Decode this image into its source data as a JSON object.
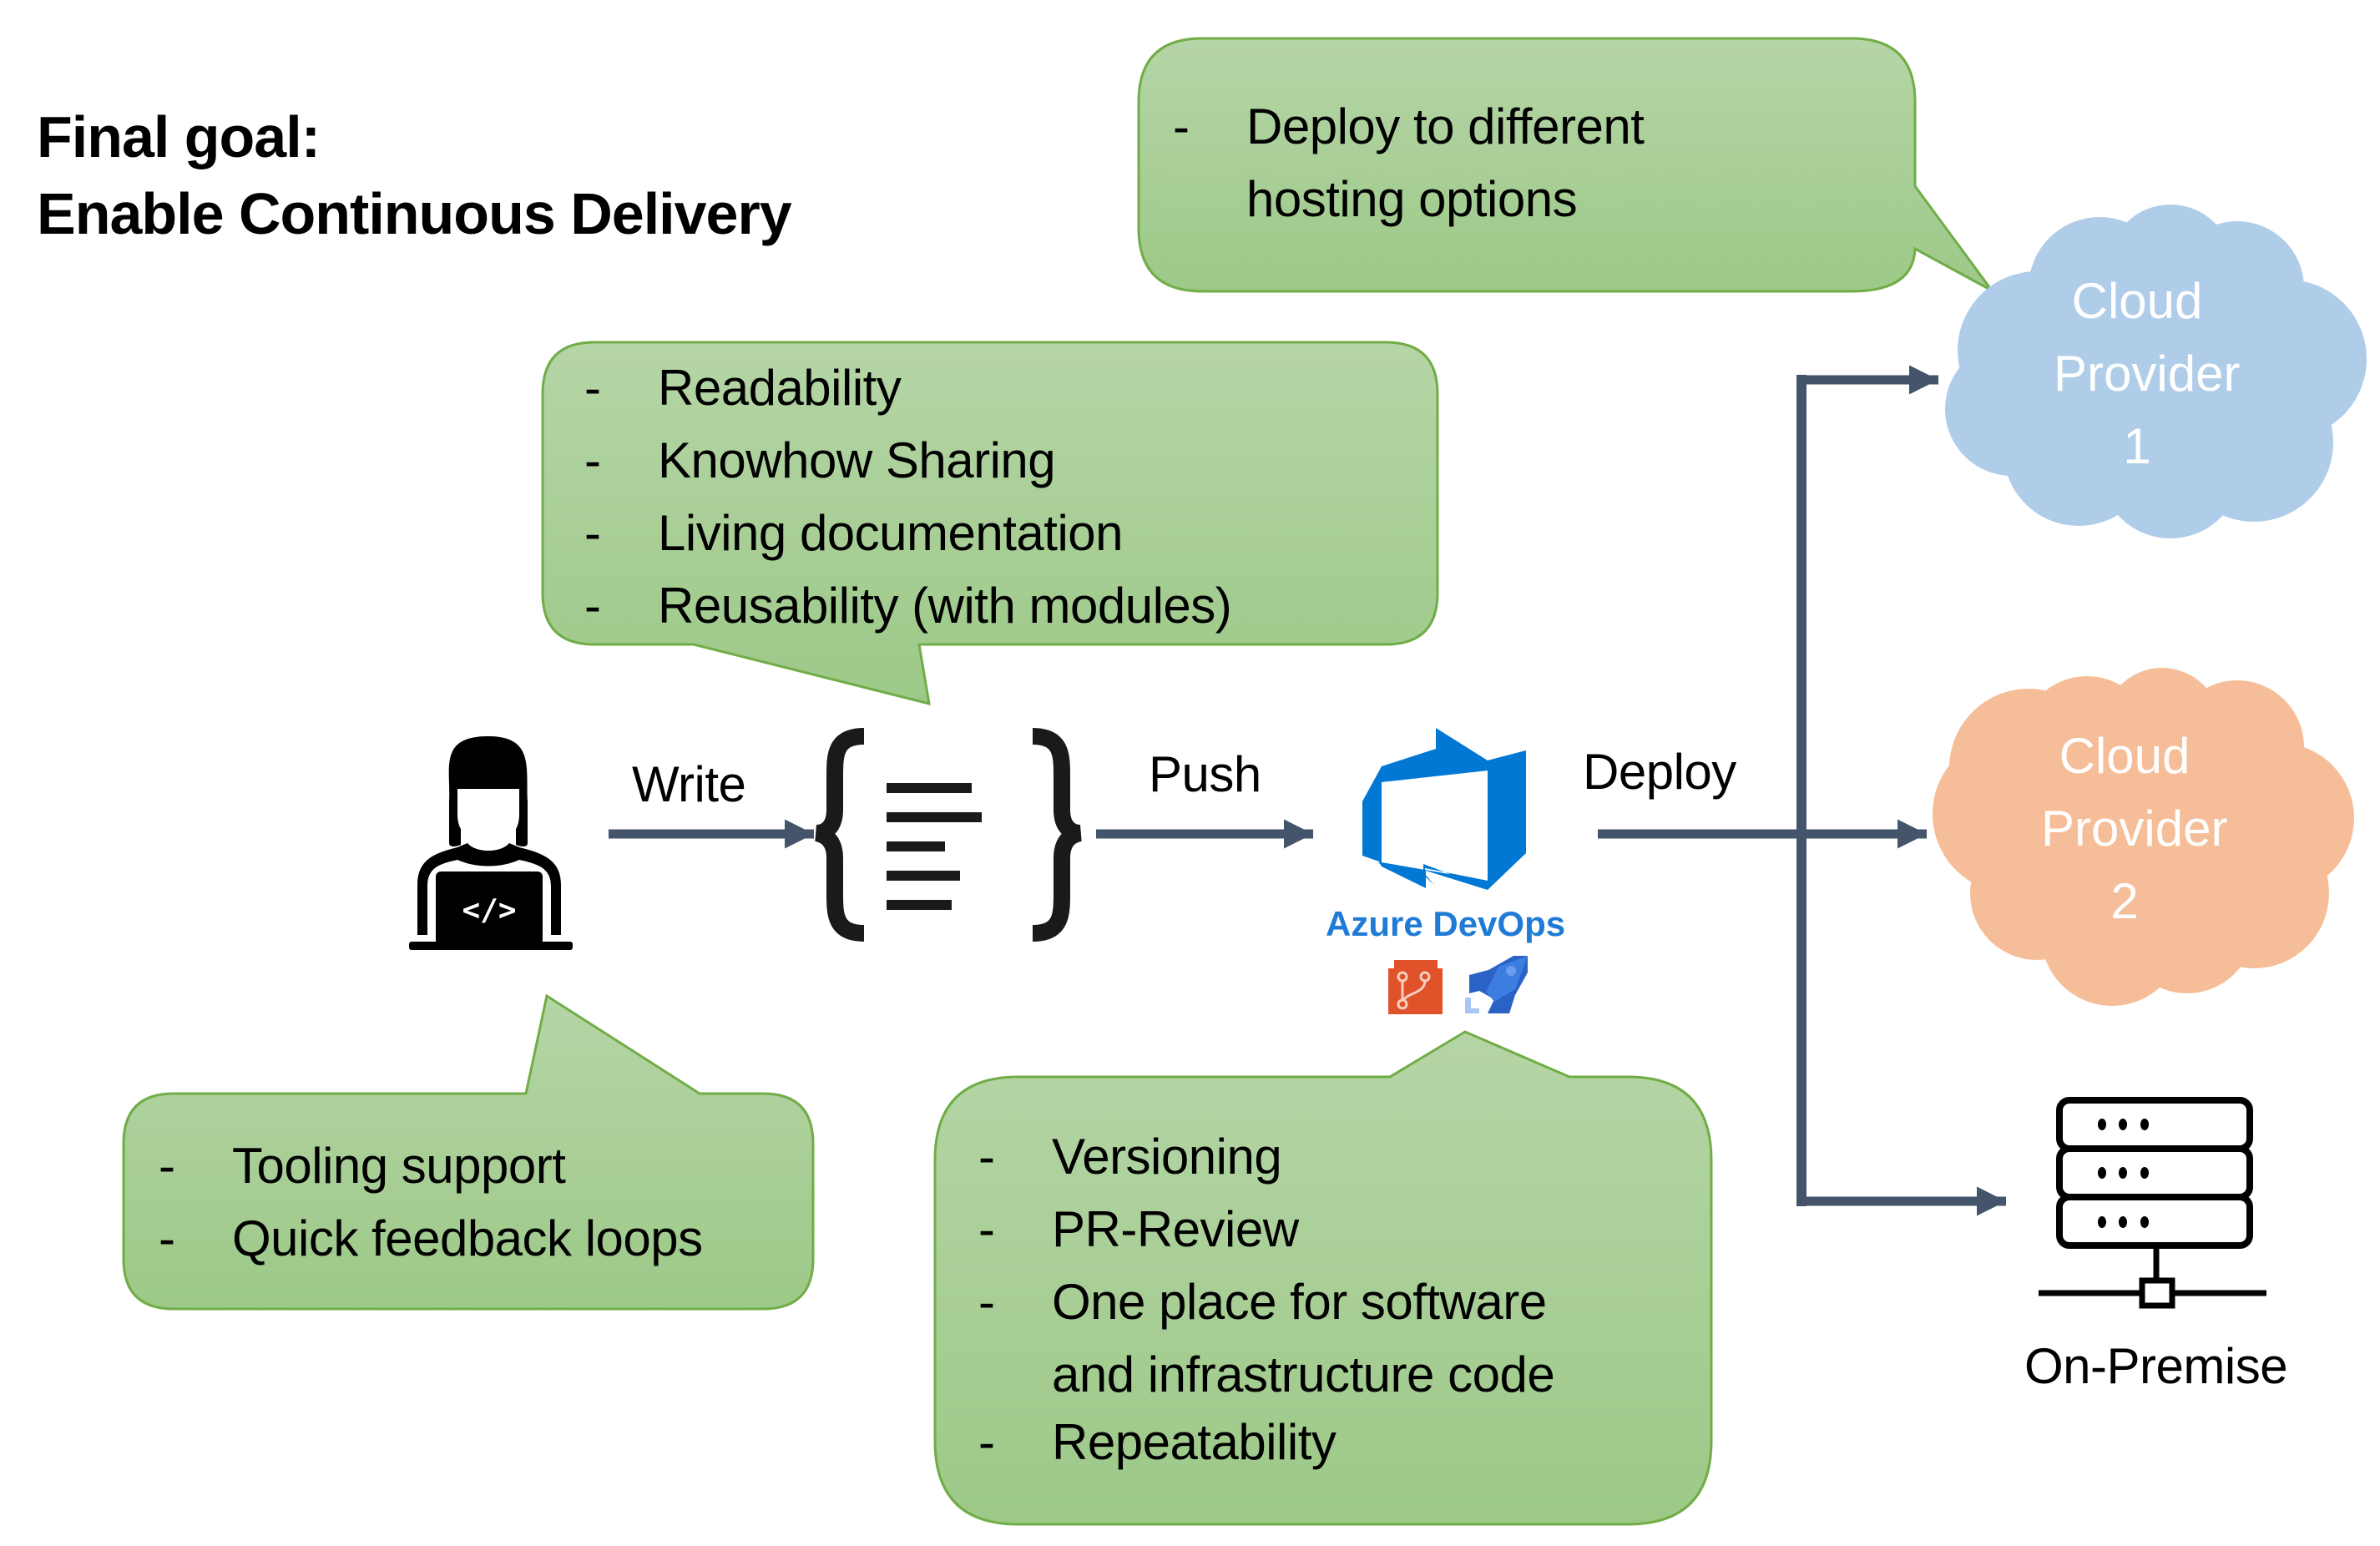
{
  "title": {
    "line1": "Final goal:",
    "line2": "Enable Continuous Delivery"
  },
  "callouts": {
    "hosting": {
      "items": [
        {
          "dash": "-",
          "lines": [
            "Deploy to different",
            "hosting options"
          ]
        }
      ]
    },
    "code": {
      "items": [
        {
          "dash": "-",
          "lines": [
            "Readability"
          ]
        },
        {
          "dash": "-",
          "lines": [
            "Knowhow Sharing"
          ]
        },
        {
          "dash": "-",
          "lines": [
            "Living documentation"
          ]
        },
        {
          "dash": "-",
          "lines": [
            "Reusability (with modules)"
          ]
        }
      ]
    },
    "developer": {
      "items": [
        {
          "dash": "-",
          "lines": [
            "Tooling support"
          ]
        },
        {
          "dash": "-",
          "lines": [
            "Quick feedback loops"
          ]
        }
      ]
    },
    "devops": {
      "items": [
        {
          "dash": "-",
          "lines": [
            "Versioning"
          ]
        },
        {
          "dash": "-",
          "lines": [
            "PR-Review"
          ]
        },
        {
          "dash": "-",
          "lines": [
            "One place for software",
            "and infrastructure code"
          ]
        },
        {
          "dash": "-",
          "lines": [
            "Repeatability"
          ]
        }
      ]
    }
  },
  "flow": {
    "write_label": "Write",
    "push_label": "Push",
    "deploy_label": "Deploy"
  },
  "nodes": {
    "developer_icon": "developer-laptop-icon",
    "code_icon": "code-braces-icon",
    "azure": {
      "label": "Azure DevOps",
      "logo_icon": "azure-devops-logo-icon",
      "repos_icon": "azure-repos-icon",
      "pipelines_icon": "azure-pipelines-icon"
    },
    "cloud1": {
      "lines": [
        "Cloud",
        "Provider",
        "1"
      ]
    },
    "cloud2": {
      "lines": [
        "Cloud",
        "Provider",
        "2"
      ]
    },
    "onprem": {
      "label": "On-Premise",
      "icon": "server-rack-icon"
    }
  },
  "colors": {
    "arrow": "#44546a",
    "callout_fill_top": "#b5d5a6",
    "callout_fill_bottom": "#9dc988",
    "callout_border": "#70ad47",
    "cloud1_fill": "#afcde9",
    "cloud2_fill": "#f5be98",
    "azure_blue": "#0078d4",
    "repos_orange": "#e0522a"
  }
}
